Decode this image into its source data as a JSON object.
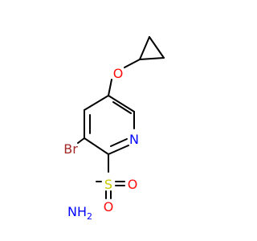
{
  "molecule": {
    "atoms": {
      "O_ether": {
        "label": "O",
        "color": "#ff0d0d"
      },
      "Br": {
        "label": "Br",
        "color": "#a62929"
      },
      "N_ring": {
        "label": "N",
        "color": "#0000ff"
      },
      "S": {
        "label": "S",
        "color": "#c8c800"
      },
      "O_sulfonyl_right": {
        "label": "O",
        "color": "#ff0d0d"
      },
      "O_sulfonyl_bottom": {
        "label": "O",
        "color": "#ff0d0d"
      },
      "NH2": {
        "label": "NH",
        "color": "#0000ff"
      },
      "NH2_sub": {
        "label": "2",
        "color": "#0000ff"
      }
    },
    "bond_color": "#000000"
  }
}
